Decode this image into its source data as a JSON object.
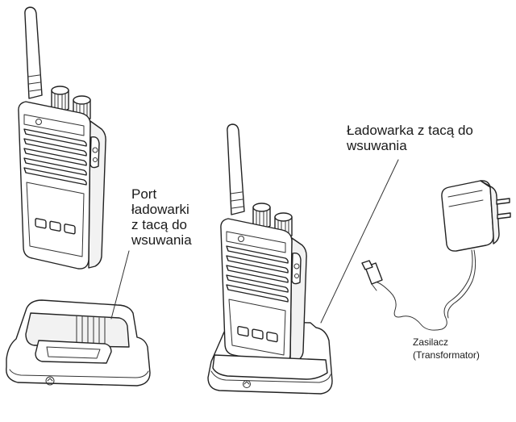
{
  "labels": {
    "port": [
      "Port",
      "ładowarki",
      "z tacą do",
      "wsuwania"
    ],
    "charger": [
      "Ładowarka z tacą do",
      "wsuwania"
    ],
    "adapter": [
      "Zasilacz",
      "(Transformator)"
    ]
  },
  "icons": {
    "radio_standalone": "two-way-radio-icon",
    "charging_tray": "charging-tray-icon",
    "radio_in_charger": "radio-in-charger-icon",
    "power_adapter": "power-adapter-icon"
  }
}
